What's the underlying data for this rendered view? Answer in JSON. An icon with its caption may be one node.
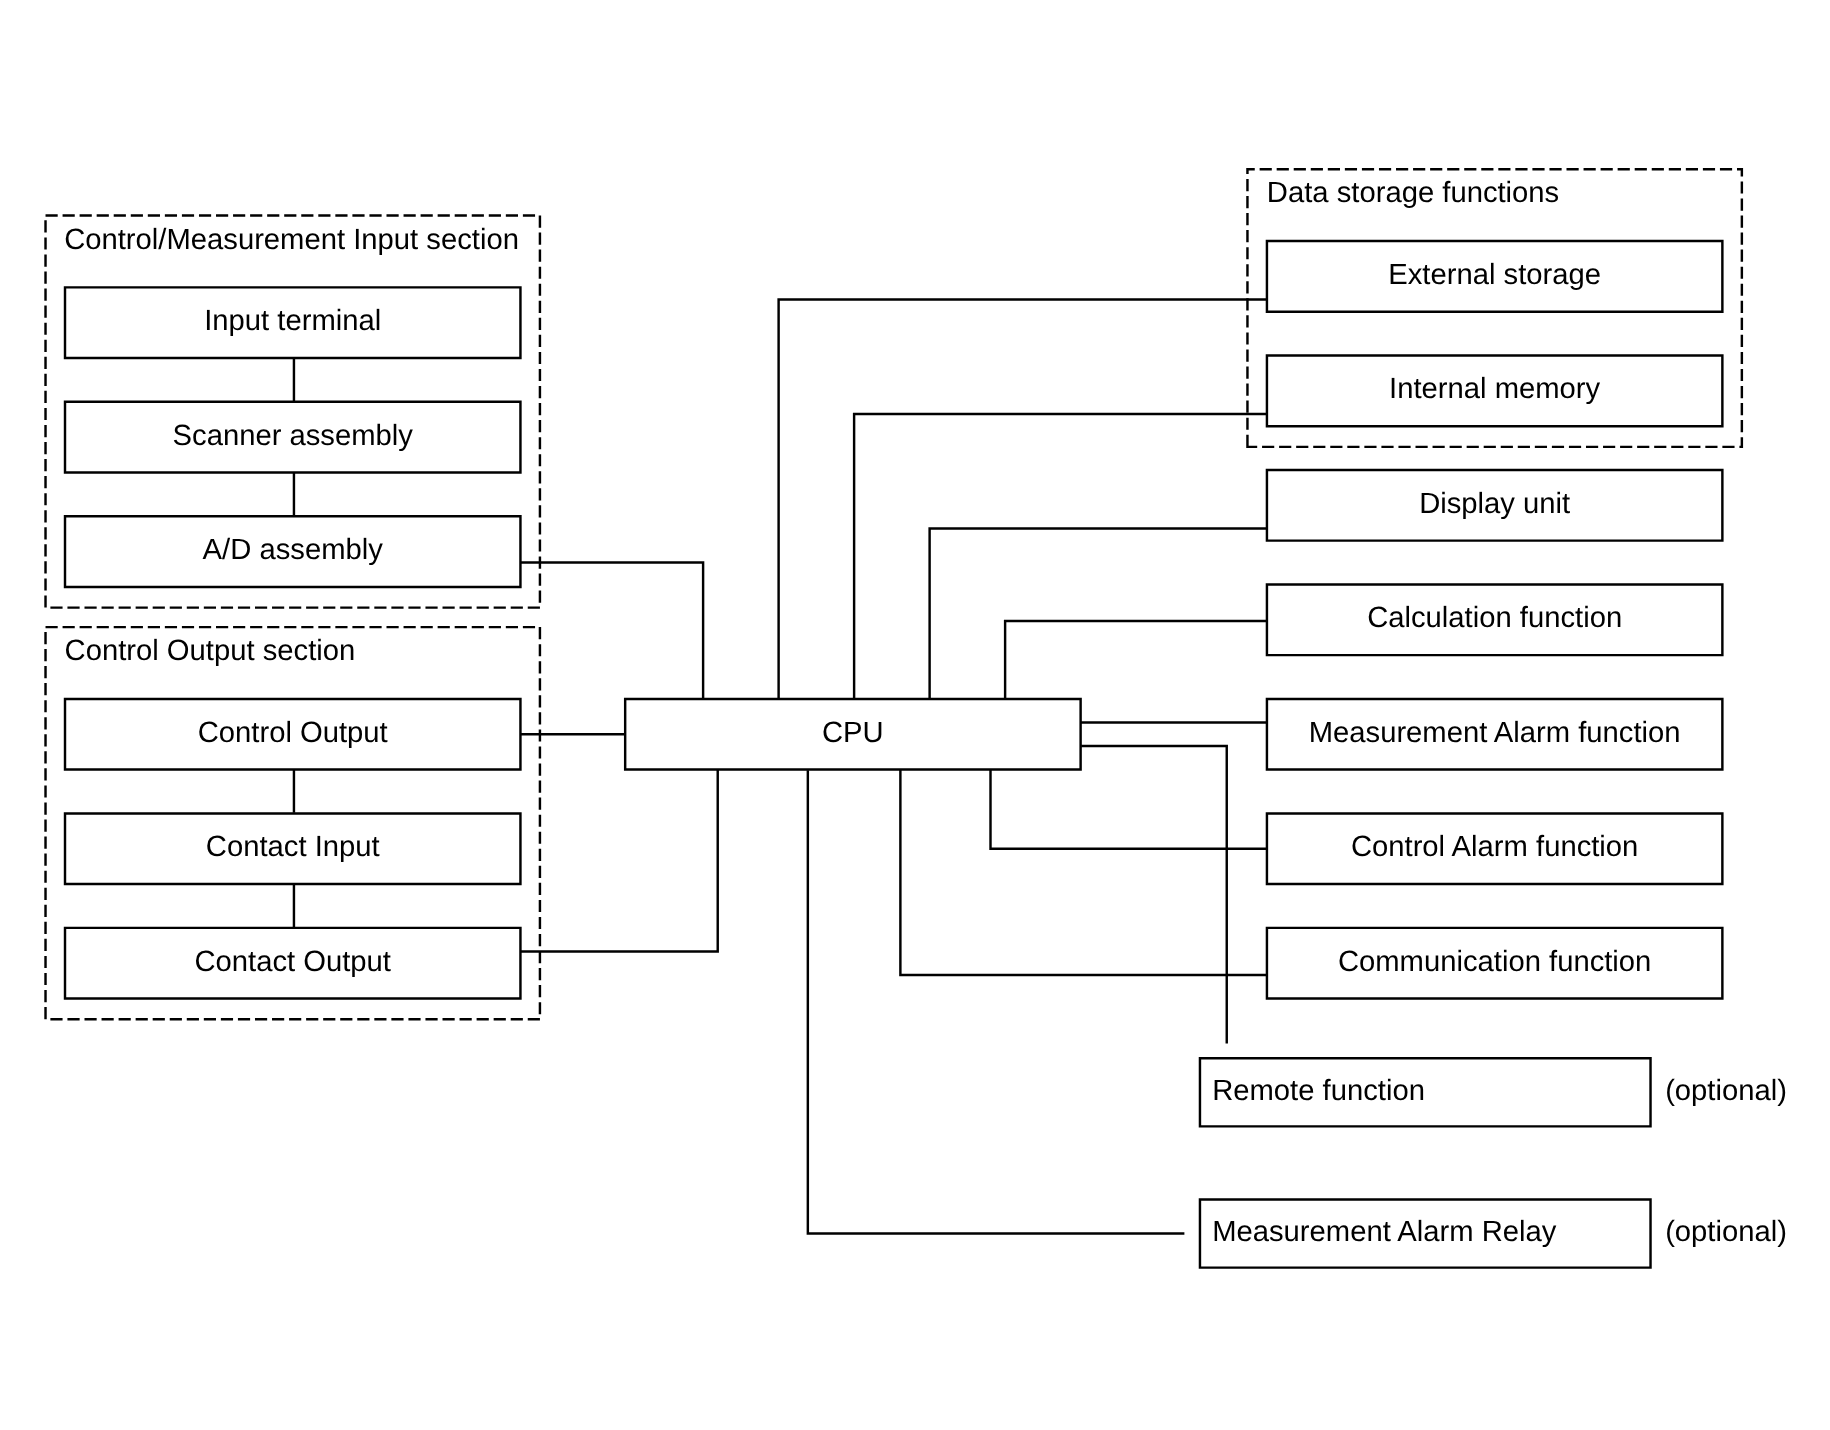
{
  "diagram": {
    "nodes": [
      {
        "text": [
          "CPU"
        ]
      },
      {
        "text": [
          "Control/Measurement Input section"
        ]
      },
      {
        "text": [
          "Input terminal"
        ],
        "in": 1
      },
      {
        "text": [
          "Scanner assembly"
        ],
        "in": 1
      },
      {
        "text": [
          "A/D assembly"
        ],
        "in": 1
      },
      {
        "text": [
          "Data storage functions"
        ]
      },
      {
        "text": [
          "External storage"
        ],
        "in": 5
      },
      {
        "text": [
          "Internal memory"
        ],
        "in": 5
      },
      {
        "text": [
          "Display unit"
        ]
      },
      {
        "text": [
          "Calculation function"
        ]
      },
      {
        "text": [
          "Measurement Alarm function"
        ]
      },
      {
        "text": [
          "Control Alarm function"
        ]
      },
      {
        "text": [
          "Communication function"
        ]
      },
      {
        "text": [
          "Remote function"
        ],
        "beside": [
          "(optional)"
        ]
      },
      {
        "text": [
          "Measurement Alarm Relay"
        ],
        "beside": [
          "(optional)"
        ]
      },
      {
        "text": [
          "Control Output section"
        ]
      },
      {
        "text": [
          "Control Output"
        ],
        "in": 15
      },
      {
        "text": [
          "Contact Input"
        ],
        "in": 15
      },
      {
        "text": [
          "Contact Output"
        ],
        "in": 15
      }
    ],
    "edges": [
      {
        "from": 2,
        "to": 3,
        "arrow": "none"
      },
      {
        "from": 3,
        "to": 4,
        "arrow": "none"
      },
      {
        "from": 4,
        "to": 0,
        "arrow": "none"
      },
      {
        "from": 0,
        "to": 6,
        "arrow": "none"
      },
      {
        "from": 0,
        "to": 7,
        "arrow": "none"
      },
      {
        "from": 0,
        "to": 8,
        "arrow": "none"
      },
      {
        "from": 0,
        "to": 9,
        "arrow": "none"
      },
      {
        "from": 0,
        "to": 10,
        "arrow": "none"
      },
      {
        "from": 0,
        "to": 11,
        "arrow": "none"
      },
      {
        "from": 0,
        "to": 12,
        "arrow": "none"
      },
      {
        "from": 0,
        "to": 13,
        "arrow": "none"
      },
      {
        "from": 0,
        "to": 14,
        "arrow": "none"
      },
      {
        "from": 16,
        "to": 17,
        "arrow": "none"
      },
      {
        "from": 17,
        "to": 18,
        "arrow": "none"
      },
      {
        "from": 16,
        "to": 0,
        "arrow": "none"
      },
      {
        "from": 18,
        "to": 0,
        "arrow": "none"
      }
    ]
  }
}
